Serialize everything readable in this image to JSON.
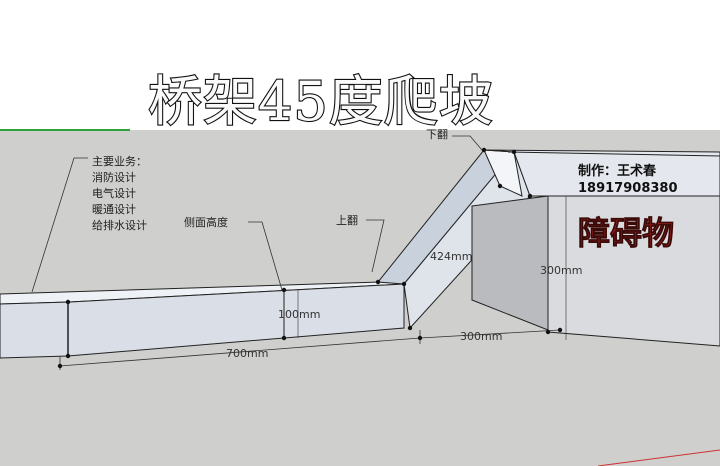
{
  "title": "桥架45度爬坡",
  "author": "制作：王术春",
  "phone": "18917908380",
  "obstacle_label": "障碍物",
  "services": {
    "heading": "主要业务：",
    "items": [
      "消防设计",
      "电气设计",
      "暖通设计",
      "给排水设计"
    ]
  },
  "labels": {
    "side_height": "侧面高度",
    "up_turn": "上翻",
    "down_turn": "下翻"
  },
  "dimensions": {
    "side": "100mm",
    "length": "700mm",
    "slope": "424mm",
    "base": "300mm",
    "obstacle_height": "300mm"
  },
  "colors": {
    "sky": "#ffffff",
    "ground": "#cfcfcd",
    "tray": "#dde2ea",
    "obstacle": "#d9dbde",
    "obstacle_dark": "#b9bbbe",
    "title_fill": "#fafafa",
    "accent_red": "#c0271f"
  }
}
